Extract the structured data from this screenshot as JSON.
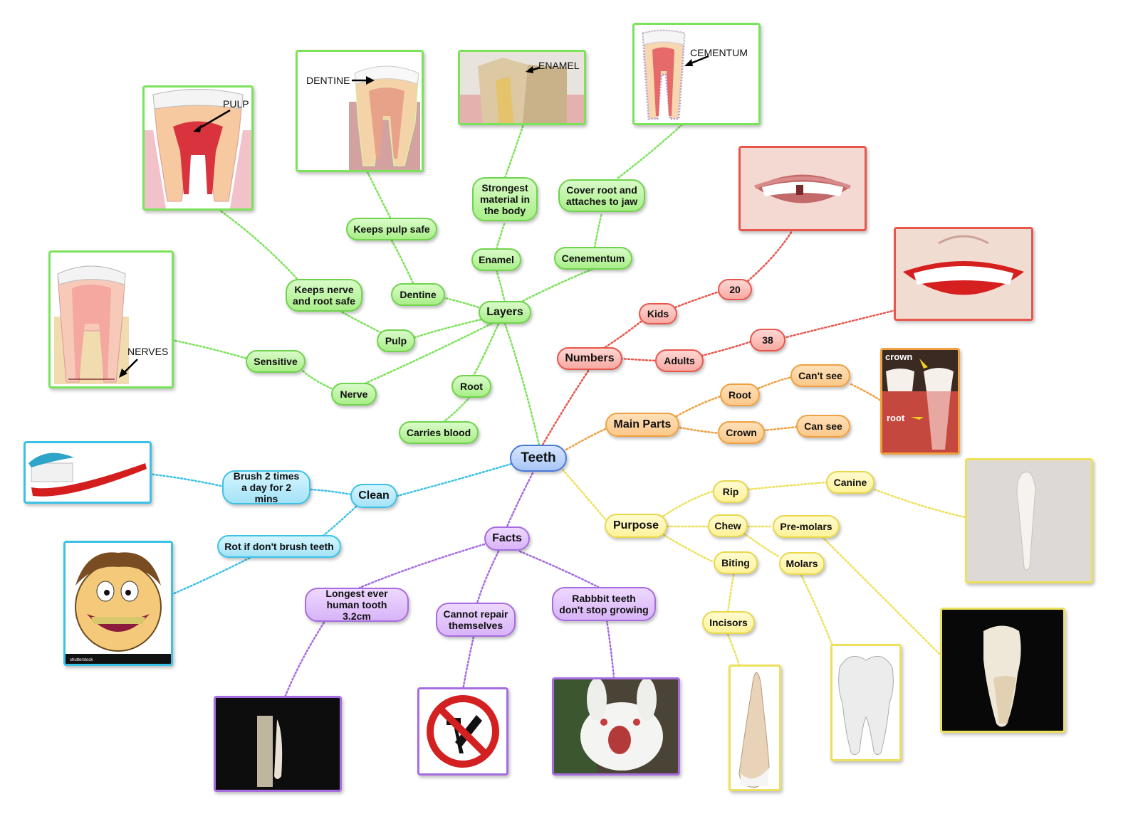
{
  "central": {
    "label": "Teeth"
  },
  "layers": {
    "label": "Layers",
    "enamel": "Enamel",
    "enamel_desc": "Strongest material in the body",
    "cementum": "Cenementum",
    "cementum_desc": "Cover root and attaches to jaw",
    "dentine": "Dentine",
    "dentine_desc": "Keeps pulp safe",
    "pulp": "Pulp",
    "pulp_desc": "Keeps nerve and root safe",
    "nerve": "Nerve",
    "nerve_desc": "Sensitive",
    "root": "Root",
    "root_desc": "Carries blood"
  },
  "numbers": {
    "label": "Numbers",
    "kids": "Kids",
    "kids_count": "20",
    "adults": "Adults",
    "adults_count": "38"
  },
  "main_parts": {
    "label": "Main Parts",
    "root": "Root",
    "root_desc": "Can't see",
    "crown": "Crown",
    "crown_desc": "Can see"
  },
  "purpose": {
    "label": "Purpose",
    "rip": "Rip",
    "canine": "Canine",
    "chew": "Chew",
    "premolars": "Pre-molars",
    "molars": "Molars",
    "biting": "Biting",
    "incisors": "Incisors"
  },
  "facts": {
    "label": "Facts",
    "longest": "Longest ever human tooth 3.2cm",
    "repair": "Cannot repair themselves",
    "rabbit": "Rabbbit teeth don't stop growing"
  },
  "clean": {
    "label": "Clean",
    "brush": "Brush 2 times a day for 2 mins",
    "rot": "Rot if don't brush teeth"
  },
  "image_labels": {
    "pulp": "PULP",
    "dentine": "DENTINE",
    "enamel": "ENAMEL",
    "cementum": "CEMENTUM",
    "nerves": "NERVES",
    "crown": "crown",
    "root": "root",
    "stock": "shutterstock"
  },
  "colors": {
    "layers": "#6fd44b",
    "numbers": "#e8564c",
    "main_parts": "#f0a040",
    "purpose": "#e8d84a",
    "facts": "#a66ce0",
    "clean": "#3cc1e6",
    "central": "#4a78d8"
  }
}
